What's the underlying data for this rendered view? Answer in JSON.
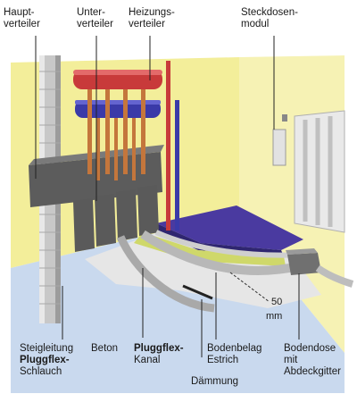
{
  "labels": {
    "hauptverteiler": [
      "Haupt-",
      "verteiler"
    ],
    "unterverteiler": [
      "Unter-",
      "verteiler"
    ],
    "heizungsverteiler": [
      "Heizungs-",
      "verteiler"
    ],
    "steckdosenmodul": [
      "Steckdosen-",
      "modul"
    ],
    "steigleitung": [
      "Steigleitung",
      "Pluggflex-",
      "Schlauch"
    ],
    "beton": [
      "Beton"
    ],
    "kanal": [
      "Pluggflex-",
      "Kanal"
    ],
    "bodenbelag": [
      "Bodenbelag",
      "Estrich"
    ],
    "daemmung": [
      "Dämmung"
    ],
    "bodendose": [
      "Bodendose",
      "mit",
      "Abdeckgitter"
    ]
  },
  "dimension": {
    "value": "50",
    "unit": "mm"
  },
  "colors": {
    "wall": "#f3ee9a",
    "floor_slab": "#c9d9ee",
    "screed": "#e6e6e6",
    "covering": "#4a3aa0",
    "insulation": "#cfd86a",
    "pipe": "#c8c8c8",
    "rail_red": "#c83a3a",
    "rail_blue": "#3a3aa8",
    "copper": "#c4763c"
  }
}
